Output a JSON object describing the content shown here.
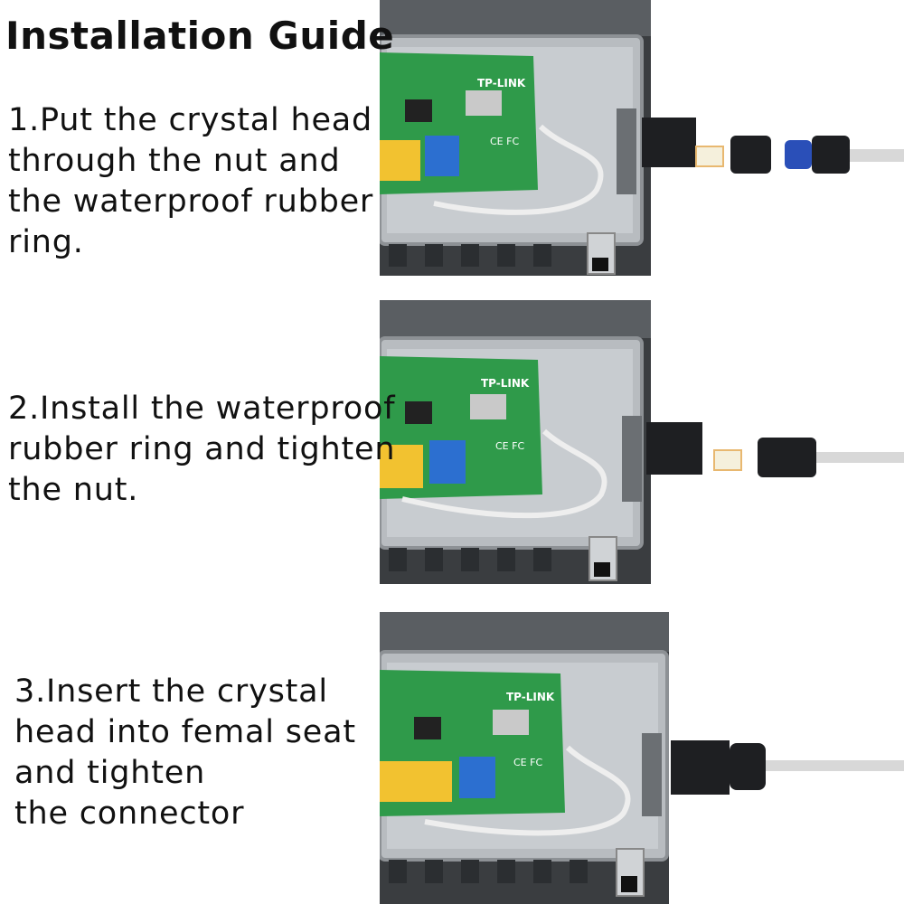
{
  "title": "Installation Guide",
  "steps": [
    {
      "lines": [
        "1.Put the crystal head",
        "through the nut and",
        "the waterproof rubber",
        "ring."
      ]
    },
    {
      "lines": [
        "2.Install the waterproof",
        "rubber ring and tighten",
        "the nut."
      ]
    },
    {
      "lines": [
        "3.Insert the crystal",
        "head into femal seat",
        "and tighten",
        "the connector"
      ]
    }
  ],
  "board": {
    "brand": "TP-LINK",
    "mark": "CE FC"
  },
  "colors": {
    "enclosure": "#b8bcc0",
    "enclosure_dark": "#3a3d40",
    "pcb": "#2f9a4a",
    "port_yellow": "#f2c230",
    "port_blue": "#2c6fd0",
    "connector": "#1e1f22",
    "ring_blue": "#2a4fb8",
    "cable": "#d8d8d8"
  }
}
